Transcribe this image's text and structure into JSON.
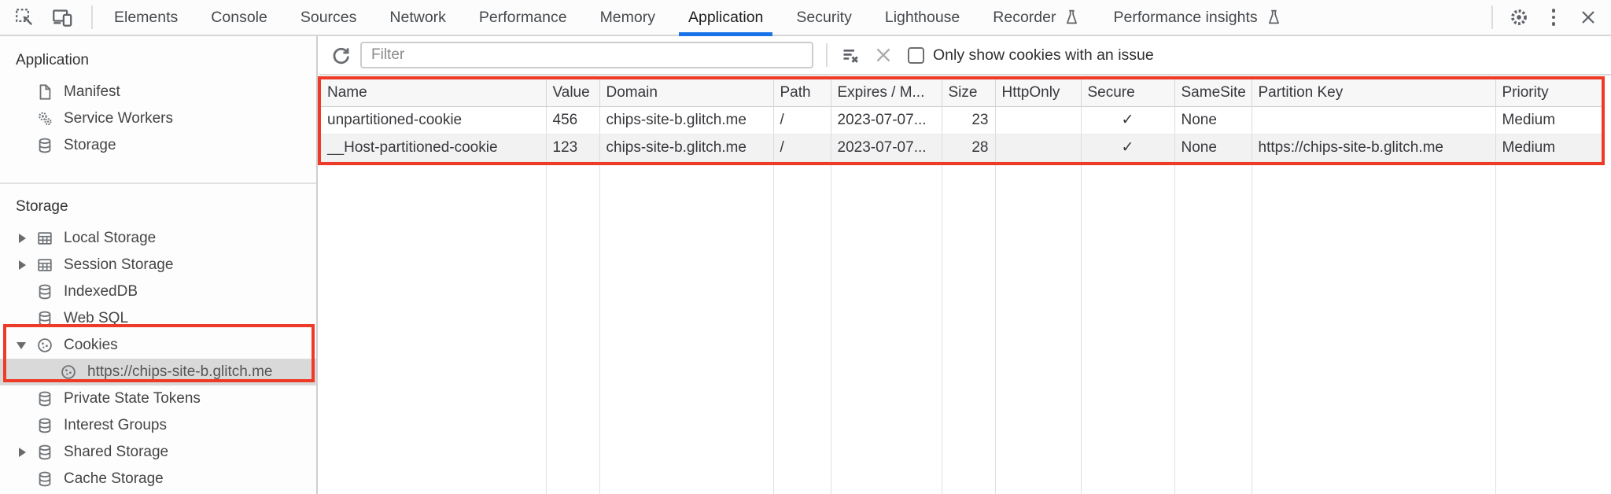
{
  "colors": {
    "accent_blue": "#1a73e8",
    "annotation_red": "#ee3b28",
    "selected_item_bg": "#d9d9d9",
    "stripe_row_bg": "#f2f2f3"
  },
  "tabbar": {
    "active_tab": "Application",
    "tabs": [
      {
        "label": "Elements"
      },
      {
        "label": "Console"
      },
      {
        "label": "Sources"
      },
      {
        "label": "Network"
      },
      {
        "label": "Performance"
      },
      {
        "label": "Memory"
      },
      {
        "label": "Application"
      },
      {
        "label": "Security"
      },
      {
        "label": "Lighthouse"
      },
      {
        "label": "Recorder",
        "experimental": true
      },
      {
        "label": "Performance insights",
        "experimental": true
      }
    ]
  },
  "sidebar": {
    "sections": [
      {
        "title": "Application",
        "items": [
          {
            "label": "Manifest"
          },
          {
            "label": "Service Workers"
          },
          {
            "label": "Storage"
          }
        ]
      },
      {
        "title": "Storage",
        "items": [
          {
            "label": "Local Storage",
            "expander": "collapsed"
          },
          {
            "label": "Session Storage",
            "expander": "collapsed"
          },
          {
            "label": "IndexedDB"
          },
          {
            "label": "Web SQL"
          },
          {
            "label": "Cookies",
            "expander": "expanded",
            "annotated": true
          },
          {
            "label": "https://chips-site-b.glitch.me",
            "selected": true,
            "annotated": true
          },
          {
            "label": "Private State Tokens"
          },
          {
            "label": "Interest Groups"
          },
          {
            "label": "Shared Storage",
            "expander": "collapsed"
          },
          {
            "label": "Cache Storage"
          }
        ]
      }
    ]
  },
  "toolbar": {
    "filter_placeholder": "Filter",
    "filter_value": "",
    "issue_checkbox_checked": false,
    "issue_checkbox_label": "Only show cookies with an issue"
  },
  "cookie_table": {
    "columns": [
      "Name",
      "Value",
      "Domain",
      "Path",
      "Expires / M...",
      "Size",
      "HttpOnly",
      "Secure",
      "SameSite",
      "Partition Key",
      "Priority"
    ],
    "rows": [
      {
        "name": "unpartitioned-cookie",
        "value": "456",
        "domain": "chips-site-b.glitch.me",
        "path": "/",
        "expires": "2023-07-07...",
        "size": "23",
        "http_only": "",
        "secure": "✓",
        "same_site": "None",
        "partition_key": "",
        "priority": "Medium"
      },
      {
        "name": "__Host-partitioned-cookie",
        "value": "123",
        "domain": "chips-site-b.glitch.me",
        "path": "/",
        "expires": "2023-07-07...",
        "size": "28",
        "http_only": "",
        "secure": "✓",
        "same_site": "None",
        "partition_key": "https://chips-site-b.glitch.me",
        "priority": "Medium"
      }
    ]
  },
  "icons": {
    "inspect": "cursor-in-dashed-box",
    "device_toolbar": "device-frames",
    "settings": "gear",
    "more": "kebab-menu",
    "close": "x",
    "experimental": "flask",
    "refresh": "circular-arrow",
    "clear_filter": "lines-with-x",
    "clear": "x",
    "manifest": "document",
    "service_workers": "gears",
    "storage": "database",
    "local_session_storage": "table-grid",
    "cookies": "cookie"
  }
}
